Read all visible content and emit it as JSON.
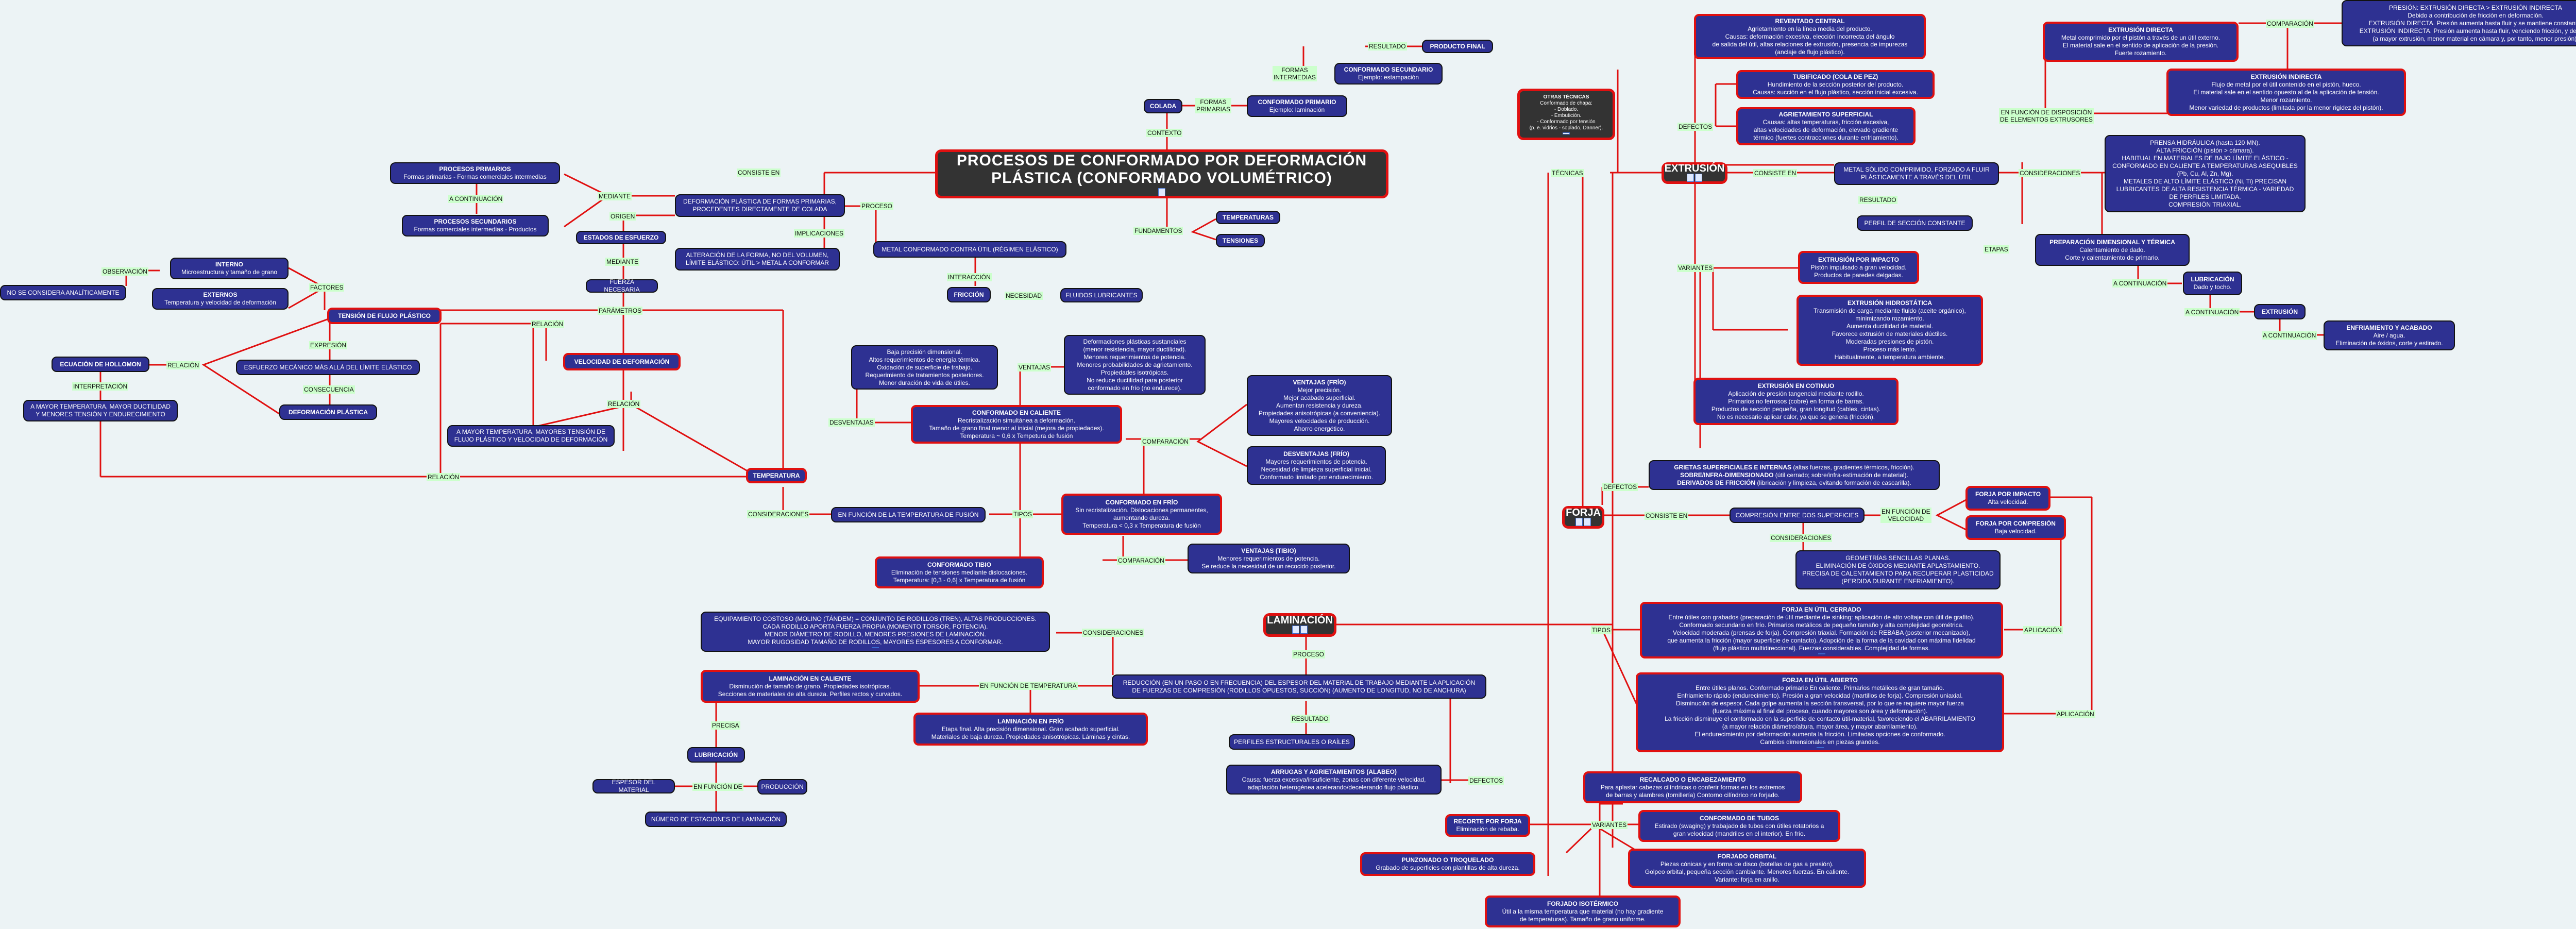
{
  "colors": {
    "background": "#ecf3f5",
    "node": "#2e3192",
    "root": "#333333",
    "link": "#e01010",
    "label_bg": "#ccffcc"
  },
  "root": {
    "title": "PROCESOS DE CONFORMADO POR DEFORMACIÓN PLÁSTICA (CONFORMADO VOLUMÉTRICO)"
  },
  "top": {
    "colada": "COLADA",
    "formas_primarias": "FORMAS\nPRIMARIAS",
    "primario_t": "CONFORMADO PRIMARIO",
    "primario_b": "Ejemplo: laminación",
    "formas_intermedias": "FORMAS\nINTERMEDIAS",
    "secundario_t": "CONFORMADO SECUNDARIO",
    "secundario_b": "Ejemplo: estampación",
    "resultado": "RESULTADO",
    "producto_final": "PRODUCTO FINAL",
    "contexto": "CONTEXTO",
    "fundamentos": "FUNDAMENTOS",
    "temperaturas": "TEMPERATURAS",
    "tensiones": "TENSIONES"
  },
  "left": {
    "consiste_en": "CONSISTE EN",
    "deformacion": "DEFORMACIÓN PLÁSTICA DE FORMAS PRIMARIAS,\nPROCEDENTES DIRECTAMENTE DE COLADA",
    "proceso": "PROCESO",
    "metal_contra_util": "METAL CONFORMADO CONTRA ÚTIL (RÉGIMEN ELÁSTICO)",
    "interaccion": "INTERACCIÓN",
    "friccion": "FRICCIÓN",
    "necesidad": "NECESIDAD",
    "fluidos": "FLUIDOS LUBRICANTES",
    "implicaciones": "IMPLICACIONES",
    "alteracion": "ALTERACIÓN DE LA FORMA, NO DEL VOLUMEN,\nLÍMITE ELÁSTICO: ÚTIL > METAL A CONFORMAR",
    "mediante": "MEDIANTE",
    "prim_t": "PROCESOS PRIMARIOS",
    "prim_b": "Formas primarias - Formas comerciales intermedias",
    "a_continuacion": "A CONTINUACIÓN",
    "sec_t": "PROCESOS SECUNDARIOS",
    "sec_b": "Formas comerciales intermedias - Productos",
    "origen": "ORIGEN",
    "estados": "ESTADOS DE ESFUERZO",
    "mediante2": "MEDIANTE",
    "fuerza": "FUERZA NECESARIA",
    "parametros": "PARÁMETROS",
    "tension_flujo": "TENSIÓN DE FLUJO PLÁSTICO",
    "factores": "FACTORES",
    "interno_t": "INTERNO",
    "interno_b": "Microestructura y tamaño de grano",
    "externos_t": "EXTERNOS",
    "externos_b": "Temperatura y velocidad de deformación",
    "observacion": "OBSERVACIÓN",
    "no_considera": "NO SE CONSIDERA ANALÍTICAMENTE",
    "relacion1": "RELACIÓN",
    "hollomon": "ECUACIÓN DE HOLLOMON",
    "interpretacion": "INTERPRETACIÓN",
    "mayor_temp1": "A MAYOR TEMPERATURA, MAYOR DUCTILIDAD\nY MENORES TENSIÓN Y ENDURECIMIENTO",
    "expresion": "EXPRESIÓN",
    "esfuerzo_mecanico": "ESFUERZO MECÁNICO MÁS ALLÁ DEL LÍMITE ELÁSTICO",
    "consecuencia": "CONSECUENCIA",
    "def_plastica": "DEFORMACIÓN PLÁSTICA",
    "relacion2": "RELACIÓN",
    "velocidad": "VELOCIDAD DE DEFORMACIÓN",
    "relacion3": "RELACIÓN",
    "mayor_temp2": "A MAYOR TEMPERATURA, MAYORES TENSIÓN DE\nFLUJO PLÁSTICO Y VELOCIDAD DE DEFORMACIÓN",
    "relacion4": "RELACIÓN",
    "temperatura": "TEMPERATURA",
    "consideraciones": "CONSIDERACIONES",
    "en_funcion_fusion": "EN FUNCIÓN DE LA TEMPERATURA DE FUSIÓN",
    "tipos": "TIPOS",
    "desventajas": "DESVENTAJAS",
    "desv_caliente": "Baja precisión dimensional.\nAltos requerimientos de energía térmica.\nOxidación de superficie de trabajo.\nRequerimiento de tratamientos posteriores.\nMenor duración de vida de útiles.",
    "ventajas": "VENTAJAS",
    "vent_caliente": "Deformaciones plásticas sustanciales\n(menor resistencia, mayor ductilidad).\nMenores requerimientos de potencia.\nMenores probabilidades de agrietamiento.\nPropiedades isotrópicas.\nNo reduce ductilidad para posterior\nconformado en frío (no endurece).",
    "caliente_t": "CONFORMADO EN CALIENTE",
    "caliente_b": "Recristalización simultánea a deformación.\nTamaño de grano final menor al inicial (mejora de propiedades).\nTemperatura ~ 0,6 x Tempetura de fusión",
    "comparacion1": "COMPARACIÓN",
    "vent_frio_t": "VENTAJAS (FRÍO)",
    "vent_frio_b": "Mejor precisión.\nMejor acabado superficial.\nAumentan resistencia y dureza.\nPropiedades anisotrópicas (a conveniencia).\nMayores velocidades de producción.\nAhorro energético.",
    "desv_frio_t": "DESVENTAJAS (FRÍO)",
    "desv_frio_b": "Mayores requerimientos de potencia.\nNecesidad de limpieza superficial inicial.\nConformado limitado por endurecimiento.",
    "frio_t": "CONFORMADO EN FRÍO",
    "frio_b": "Sin recristalización. Dislocaciones permanentes,\naumentando dureza.\nTemperatura < 0,3 x Temperatura de fusión",
    "comparacion2": "COMPARACIÓN",
    "tibio_t": "CONFORMADO TIBIO",
    "tibio_b": "Eliminación de tensiones mediante dislocaciones.\nTemperatura: [0,3 - 0,6] x Temperatura de fusión",
    "vent_tibio_t": "VENTAJAS (TIBIO)",
    "vent_tibio_b": "Menores requerimientos de potencia.\nSe reduce la necesidad de un recocido posterior."
  },
  "laminacion": {
    "title": "LAMINACIÓN",
    "equipamiento": "EQUIPAMIENTO COSTOSO (MOLINO (TÁNDEM) = CONJUNTO DE RODILLOS (TREN), ALTAS PRODUCCIONES.\nCADA RODILLO APORTA FUERZA PROPIA (MOMENTO TORSOR, POTENCIA).\nMENOR DIÁMETRO DE RODILLO, MENORES PRESIONES DE LAMINACIÓN.\nMAYOR RUGOSIDAD TAMAÑO DE RODILLOS, MAYORES ESPESORES A CONFORMAR.",
    "consideraciones": "CONSIDERACIONES",
    "proceso": "PROCESO",
    "reduccion": "REDUCCIÓN (EN UN PASO O EN FRECUENCIA) DEL ESPESOR DEL MATERIAL DE TRABAJO MEDIANTE LA APLICACIÓN\nDE FUERZAS DE COMPRESIÓN (RODILLOS OPUESTOS, SUCCIÓN) (AUMENTO DE LONGITUD, NO DE ANCHURA)",
    "en_funcion_temp": "EN FUNCIÓN DE TEMPERATURA",
    "caliente_t": "LAMINACIÓN EN CALIENTE",
    "caliente_b": "Disminución de tamaño de grano. Propiedades isotrópicas.\nSecciones de materiales de alta dureza. Perfiles rectos y curvados.",
    "frio_t": "LAMINACIÓN EN FRÍO",
    "frio_b": "Etapa final. Alta precisión dimensional. Gran acabado superficial.\nMateriales de baja dureza. Propiedades anisotrópicas. Láminas y cintas.",
    "precisa": "PRECISA",
    "lubricacion": "LUBRICACIÓN",
    "en_funcion_de": "EN FUNCIÓN DE",
    "espesor": "ESPESOR DEL MATERIAL",
    "produccion": "PRODUCCIÓN",
    "estaciones": "NÚMERO DE ESTACIONES DE LAMINACIÓN",
    "resultado": "RESULTADO",
    "perfiles": "PERFILES ESTRUCTURALES O RAÍLES",
    "defectos": "DEFECTOS",
    "arrugas_t": "ARRUGAS Y AGRIETAMIENTOS (ALABEO)",
    "arrugas_b": "Causa: fuerza excesiva/insuficiente, zonas con diferente velocidad,\nadaptación heterogénea acelerando/decelerando flujo plástico."
  },
  "extrusion": {
    "title": "EXTRUSIÓN",
    "tecnicas": "TÉCNICAS",
    "otras_t": "OTRAS TÉCNICAS",
    "otras_b": "Conformado de chapa:\n- Doblado.\n- Embutición.\n- Conformado por tensión\n(p. e. vidrios - soplado, Danner).",
    "defectos": "DEFECTOS",
    "reventado_t": "REVENTADO CENTRAL",
    "reventado_b": "Agrietamiento en la línea media del producto.\nCausas: deformación excesiva, elección incorrecta del ángulo\nde salida del útil, altas relaciones de extrusión, presencia de impurezas\n(anclaje de flujo plástico).",
    "tubificado_t": "TUBIFICADO (COLA DE PEZ)",
    "tubificado_b": "Hundimiento de la sección posterior del producto.\nCausas: succión en el flujo plástico, sección inicial excesiva.",
    "agrietamiento_t": "AGRIETAMIENTO SUPERFICIAL",
    "agrietamiento_b": "Causas: altas temperaturas, fricción excesiva,\naltas velocidades de deformación, elevado gradiente\ntérmico (fuertes contracciones durante enfriamiento).",
    "consiste_en": "CONSISTE EN",
    "metal_solido": "METAL SÓLIDO COMPRIMIDO, FORZADO A FLUIR\nPLÁSTICAMENTE A TRAVÉS DEL ÚTIL",
    "resultado": "RESULTADO",
    "perfil": "PERFIL DE SECCIÓN CONSTANTE",
    "en_funcion_disposicion": "EN FUNCIÓN DE DISPOSICIÓN\nDE ELEMENTOS EXTRUSORES",
    "directa_t": "EXTRUSIÓN DIRECTA",
    "directa_b": "Metal comprimido por el pistón a través de un útil externo.\nEl material sale en el sentido de aplicación de la presión.\nFuerte rozamiento.",
    "comparacion": "COMPARACIÓN",
    "presion": "PRESIÓN: EXTRUSIÓN DIRECTA > EXTRUSIÓN INDIRECTA\nDebido a contribución de fricción en deformación.\nEXTRUSIÓN DIRECTA. Presión aumenta hasta fluir y se mantiene constante.\nEXTRUSIÓN INDIRECTA. Presión aumenta hasta fluir, venciendo fricción, y decrece\n(a mayor extrusión, menor material en cámara y, por tanto, menor presión).",
    "indirecta_t": "EXTRUSIÓN INDIRECTA",
    "indirecta_b": "Flujo de metal por el útil contenido en el pistón, hueco.\nEl material sale en el sentido opuesto al de la aplicación de tensión.\nMenor rozamiento.\nMenor variedad de productos (limitada por la menor rigidez del pistón).",
    "consideraciones": "CONSIDERACIONES",
    "prensa": "PRENSA HIDRÁULICA (hasta 120 MN).\nALTA FRICCIÓN (pistón > cámara).\nHABITUAL EN MATERIALES DE BAJO LÍMITE ELÁSTICO -\nCONFORMADO EN CALIENTE A TEMPERATURAS ASEQUIBLES\n(Pb, Cu, Al, Zn, Mg).\nMETALES DE ALTO LÍMITE ELÁSTICO (Ni, Ti) PRECISAN\nLUBRICANTES DE ALTA RESISTENCIA TÉRMICA - VARIEDAD\nDE PERFILES LIMITADA.\nCOMPRESIÓN TRIAXIAL.",
    "etapas": "ETAPAS",
    "preparacion_t": "PREPARACIÓN DIMENSIONAL Y TÉRMICA",
    "preparacion_b": "Calentamiento de dado.\nCorte y calentamiento de primario.",
    "a_cont1": "A CONTINUACIÓN",
    "lubricacion_t": "LUBRICACIÓN",
    "lubricacion_b": "Dado y tocho.",
    "a_cont2": "A CONTINUACIÓN",
    "extrusion_step": "EXTRUSIÓN",
    "a_cont3": "A CONTINUACIÓN",
    "enfriamiento_t": "ENFRIAMIENTO Y ACABADO",
    "enfriamiento_b": "Aire / agua.\nEliminación de óxidos, corte y estirado.",
    "variantes": "VARIANTES",
    "impacto_t": "EXTRUSIÓN POR IMPACTO",
    "impacto_b": "Pistón impulsado a gran velocidad.\nProductos de paredes delgadas.",
    "hidrostatica_t": "EXTRUSIÓN HIDROSTÁTICA",
    "hidrostatica_b": "Transmisión de carga mediante fluido (aceite orgánico),\nminimizando rozamiento.\nAumenta ductilidad de material.\nFavorece extrusión de materiales dúctiles.\nModeradas presiones de pistón.\nProceso más lento.\nHabitualmente, a temperatura ambiente.",
    "continuo_t": "EXTRUSIÓN EN COTINUO",
    "continuo_b": "Aplicación de presión tangencial mediante rodillo.\nPrimarios no ferrosos (cobre) en forma de barras.\nProductos de sección pequeña, gran longitud (cables, cintas).\nNo es necesario aplicar calor, ya que se genera (fricción)."
  },
  "forja": {
    "title": "FORJA",
    "defectos": "DEFECTOS",
    "grietas_bold": "GRIETAS SUPERFICIALES E INTERNAS",
    "grietas": " (altas fuerzas, gradientes térmicos, fricción).",
    "sobre_bold": "SOBRE/INFRA-DIMENSIONADO",
    "sobre": " (útil cerrado; sobre/infra-estimación de material).",
    "derivados_bold": "DERIVADOS DE FRICCIÓN",
    "derivados": " (libricación y limpieza, evitando formación de cascarilla).",
    "consiste_en": "CONSISTE EN",
    "compresion": "COMPRESIÓN ENTRE DOS SUPERFICIES",
    "en_funcion_velocidad": "EN FUNCIÓN DE\nVELOCIDAD",
    "impacto_t": "FORJA POR IMPACTO",
    "impacto_b": "Alta velocidad.",
    "compresion_t": "FORJA POR COMPRESIÓN",
    "compresion_b": "Baja velocidad.",
    "consideraciones": "CONSIDERACIONES",
    "geometrias": "GEOMETRÍAS SENCILLAS PLANAS.\nELIMINACIÓN DE ÓXIDOS MEDIANTE APLASTAMIENTO.\nPRECISA DE CALENTAMIENTO PARA RECUPERAR PLASTICIDAD\n(PERDIDA DURANTE ENFRIAMIENTO).",
    "tipos": "TIPOS",
    "cerrado_t": "FORJA EN ÚTIL CERRADO",
    "cerrado_b": "Entre útiles con grabados (preparación de útil mediante die sinking: aplicación de alto voltaje con útil de grafito).\nConformado secundario en frío. Primarios metálicos de pequeño tamaño y alta complejidad geométrica.\nVelocidad moderada (prensas de forja). Compresión triaxial. Formación de REBABA (posterior mecanizado),\nque aumenta la fricción (mayor superficie de contacto). Adopción de la forma de la cavidad con máxima fidelidad\n(flujo plástico multidireccional). Fuerzas considerables. Complejidad de formas.",
    "aplicacion1": "APLICACIÓN",
    "abierto_t": "FORJA EN ÚTIL ABIERTO",
    "abierto_b": "Entre útiles planos. Conformado primario En caliente. Primarios metálicos de gran tamaño.\nEnfriamiento rápido (endurecimiento). Presión a gran velocidad (martillos de forja). Compresión uniaxial.\nDisminución de espesor. Cada golpe aumenta la sección transversal, por lo que re requiere mayor fuerza\n(fuerza máxima al final del proceso, cuando mayores son área y deformación).\nLa fricción disminuye el conformado en la superficie de contacto útil-material, favoreciendo el ABARRILAMIENTO\n(a mayor relación diámetro/altura, mayor área, y mayor abarrilamiento).\nEl endurecimiento por deformación aumenta la fricción. Limitadas opciones de conformado.\nCambios dimensionales en piezas grandes.",
    "aplicacion2": "APLICACIÓN",
    "variantes": "VARIANTES",
    "recalcado_t": "RECALCADO O ENCABEZAMIENTO",
    "recalcado_b": "Para aplastar cabezas cilíndricas o conferir formas en los extremos\nde barras y alambres (tornillería) Contorno cilíndrico no forjado.",
    "tubos_t": "CONFORMADO DE TUBOS",
    "tubos_b": "Estirado (swaging) y trabajado de tubos con útiles rotatorios a\ngran velocidad (mandriles en el interior). En frío.",
    "orbital_t": "FORJADO ORBITAL",
    "orbital_b": "Piezas cónicas y en forma de disco (botellas de gas a presión).\nGolpeo orbital, pequeña sección cambiante. Menores fuerzas. En caliente.\nVariante: forja en anillo.",
    "recorte_t": "RECORTE POR FORJA",
    "recorte_b": "Eliminación de rebaba.",
    "punzonado_t": "PUNZONADO O TROQUELADO",
    "punzonado_b": "Grabado de superficies con plantillas de alta dureza.",
    "isotermico_t": "FORJADO ISOTÉRMICO",
    "isotermico_b": "Útil a la misma temperatura que material (no hay gradiente\nde temperaturas). Tamaño de grano uniforme."
  },
  "tecnicas_label": "TÉCNICAS",
  "icons": [
    "image-icon",
    "note-icon"
  ]
}
